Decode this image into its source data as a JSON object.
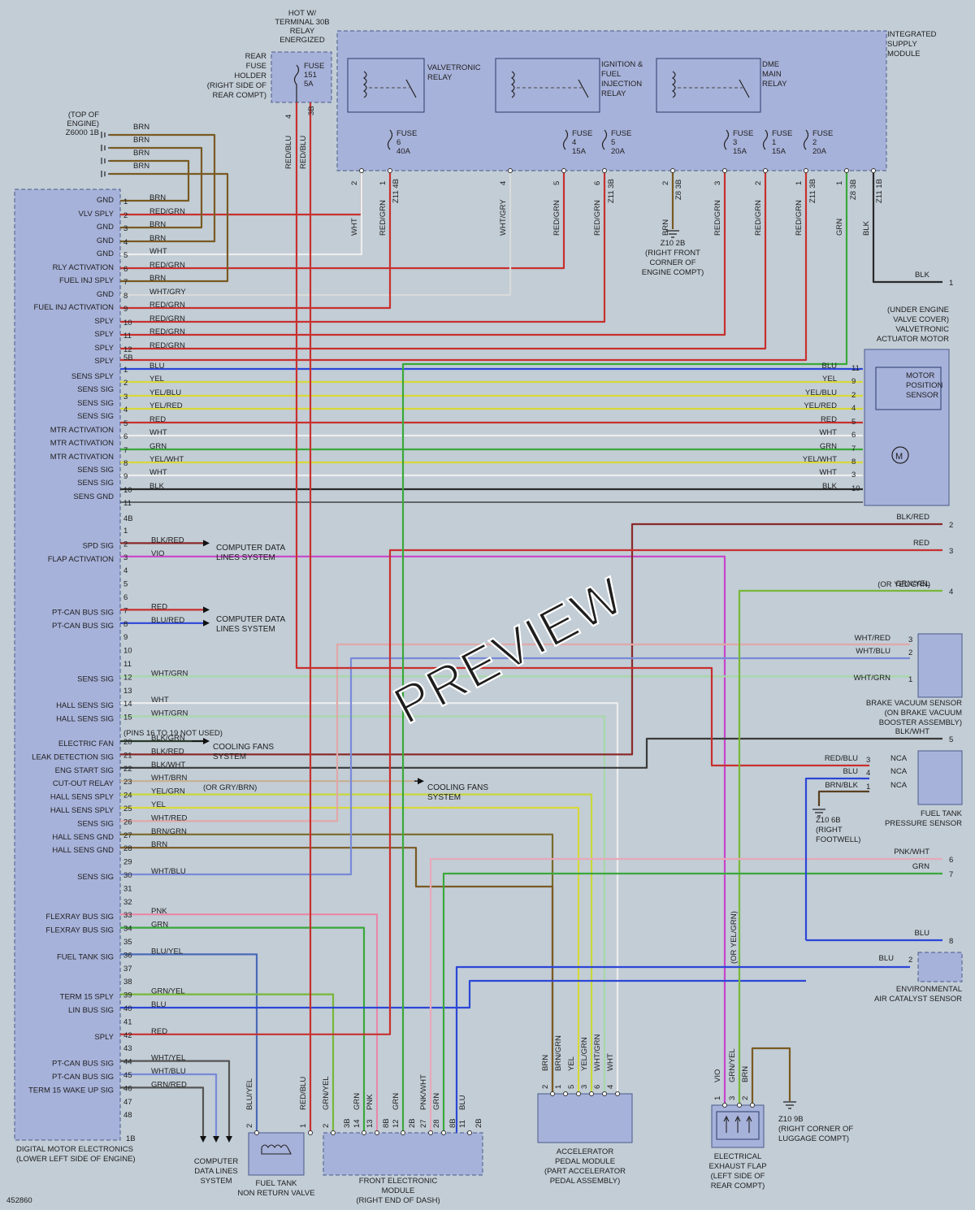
{
  "figure_id": "452860",
  "watermark": "PREVIEW",
  "colors": {
    "BRN": "#7a5a22",
    "RED": "#c8302e",
    "RED/GRN": "#c8302e",
    "RED/BLU": "#c8302e",
    "WHT": "#ededed",
    "WHT/GRY": "#dadada",
    "GRN": "#3aa83a",
    "BLU": "#2c46d6",
    "YEL": "#d8d83a",
    "YEL/BLU": "#d8d83a",
    "YEL/RED": "#d8d83a",
    "YEL/WHT": "#d8d83a",
    "BLK": "#2a2a2a",
    "BLK/RED": "#8a2a2a",
    "BLK/WHT": "#3a3a3a",
    "BLK/GRN": "#2a3a2a",
    "VIO": "#c844c8",
    "BLU/RED": "#2c46d6",
    "GRN/YEL": "#78b838",
    "WHT/RED": "#e0a8a8",
    "WHT/BLU": "#7a8ad8",
    "WHT/GRN": "#a8d8a8",
    "WHT/BRN": "#c8b090",
    "YEL/GRN": "#c8d83a",
    "BRN/GRN": "#7a6a28",
    "PNK": "#e888a8",
    "PNK/WHT": "#e8a8b8",
    "BLU/YEL": "#4a6ab8",
    "BRN/BLK": "#5a4020",
    "RED/BLU2": "#9a3a5a",
    "box": "#a7b2da",
    "boxEdge": "#4a5a8a"
  },
  "labels": {
    "hot_relay": [
      "HOT W/",
      "TERMINAL 30B",
      "RELAY",
      "ENERGIZED"
    ],
    "rear_fuse": [
      "REAR",
      "FUSE",
      "HOLDER",
      "(RIGHT SIDE OF",
      "REAR COMPT)"
    ],
    "fuse151": [
      "FUSE",
      "151",
      "5A"
    ],
    "ism": [
      "INTEGRATED",
      "SUPPLY",
      "MODULE"
    ],
    "valvetronic_relay": [
      "VALVETRONIC",
      "RELAY"
    ],
    "ign_relay": [
      "IGNITION &",
      "FUEL",
      "INJECTION",
      "RELAY"
    ],
    "dme_relay": [
      "DME",
      "MAIN",
      "RELAY"
    ],
    "fuses": [
      {
        "lines": [
          "FUSE",
          "6",
          "40A"
        ]
      },
      {
        "lines": [
          "FUSE",
          "4",
          "15A"
        ]
      },
      {
        "lines": [
          "FUSE",
          "5",
          "20A"
        ]
      },
      {
        "lines": [
          "FUSE",
          "3",
          "15A"
        ]
      },
      {
        "lines": [
          "FUSE",
          "1",
          "15A"
        ]
      },
      {
        "lines": [
          "FUSE",
          "2",
          "20A"
        ]
      }
    ],
    "top_engine": [
      "(TOP OF",
      "ENGINE)",
      "Z6000 1B"
    ],
    "z10_2b": [
      "Z10 2B",
      "(RIGHT FRONT",
      "CORNER OF",
      "ENGINE COMPT)"
    ],
    "under_engine": [
      "(UNDER ENGINE",
      "VALVE COVER)",
      "VALVETRONIC",
      "ACTUATOR MOTOR"
    ],
    "motor_pos": [
      "MOTOR",
      "POSITION",
      "SENSOR"
    ],
    "computer_data": [
      "COMPUTER DATA",
      "LINES SYSTEM"
    ],
    "cooling_fans": [
      "COOLING FANS",
      "SYSTEM"
    ],
    "brake_vac": [
      "BRAKE VACUUM SENSOR",
      "(ON BRAKE VACUUM",
      "BOOSTER ASSEMBLY)"
    ],
    "fuel_tank_press": [
      "FUEL TANK",
      "PRESSURE SENSOR"
    ],
    "z10_6b": [
      "Z10 6B",
      "(RIGHT",
      "FOOTWELL)"
    ],
    "env_sensor": [
      "ENVIRONMENTAL",
      "AIR CATALYST SENSOR"
    ],
    "dme_name": [
      "DIGITAL MOTOR ELECTRONICS",
      "(LOWER LEFT SIDE OF ENGINE)"
    ],
    "cdl_bottom": [
      "COMPUTER",
      "DATA LINES",
      "SYSTEM"
    ],
    "fuel_valve": [
      "FUEL TANK",
      "NON RETURN VALVE"
    ],
    "fem": [
      "FRONT ELECTRONIC",
      "MODULE",
      "(RIGHT END OF DASH)"
    ],
    "accel": [
      "ACCELERATOR",
      "PEDAL MODULE",
      "(PART ACCELERATOR",
      "PEDAL ASSEMBLY)"
    ],
    "exhaust_flap": [
      "ELECTRICAL",
      "EXHAUST FLAP",
      "(LEFT SIDE OF",
      "REAR COMPT)"
    ],
    "z10_9b": [
      "Z10 9B",
      "(RIGHT CORNER OF",
      "LUGGAGE COMPT)"
    ],
    "pins_16_19": "(PINS 16 TO 19 NOT USED)",
    "or_gry_brn": "(OR GRY/BRN)",
    "or_yel_grn": "(OR YEL/GRN)",
    "or_yel_grn_v": "(OR YEL/GRN)",
    "nca": "NCA",
    "conn_5b": "5B",
    "conn_4b": "4B",
    "conn_1b": "1B",
    "conn_z11_4b": "Z11 4B",
    "conn_z11_3b": "Z11 3B",
    "conn_z8_3b": "Z8 3B",
    "conn_z11_1b": "Z11 1B",
    "conn_3b": "3B",
    "conn_2b": "2B",
    "conn_8b": "8B"
  },
  "connector_1b_pins": [
    {
      "pin": "1",
      "func": "GND",
      "wire": "BRN"
    },
    {
      "pin": "2",
      "func": "VLV SPLY",
      "wire": "RED/GRN"
    },
    {
      "pin": "3",
      "func": "GND",
      "wire": "BRN"
    },
    {
      "pin": "4",
      "func": "GND",
      "wire": "BRN"
    },
    {
      "pin": "5",
      "func": "",
      "wire": "WHT"
    },
    {
      "pin": "6",
      "func": "RLY ACTIVATION",
      "wire": "RED/GRN"
    },
    {
      "pin": "7",
      "func": "FUEL INJ SPLY",
      "wire": "BRN"
    },
    {
      "pin": "8",
      "func": "GND",
      "wire": "WHT/GRY"
    },
    {
      "pin": "9",
      "func": "FUEL INJ ACTIVATION",
      "wire": "RED/GRN"
    },
    {
      "pin": "10",
      "func": "SPLY",
      "wire": "RED/GRN"
    },
    {
      "pin": "11",
      "func": "SPLY",
      "wire": "RED/GRN"
    },
    {
      "pin": "12",
      "func": "SPLY",
      "wire": "RED/GRN"
    }
  ],
  "extra_func_12": "SPLY",
  "connector_5b_pins": [
    {
      "pin": "1",
      "func": "SENS SPLY",
      "wire": "BLU",
      "rpin": "11"
    },
    {
      "pin": "2",
      "func": "SENS SIG",
      "wire": "YEL",
      "rpin": "9"
    },
    {
      "pin": "3",
      "func": "SENS SIG",
      "wire": "YEL/BLU",
      "rpin": "2"
    },
    {
      "pin": "4",
      "func": "SENS SIG",
      "wire": "YEL/RED",
      "rpin": "4"
    },
    {
      "pin": "5",
      "func": "MTR ACTIVATION",
      "wire": "RED",
      "rpin": "5"
    },
    {
      "pin": "6",
      "func": "MTR ACTIVATION",
      "wire": "WHT",
      "rpin": "6"
    },
    {
      "pin": "7",
      "func": "MTR ACTIVATION",
      "wire": "GRN",
      "rpin": "7"
    },
    {
      "pin": "8",
      "func": "SENS SIG",
      "wire": "YEL/WHT",
      "rpin": "8"
    },
    {
      "pin": "9",
      "func": "SENS SIG",
      "wire": "WHT",
      "rpin": "3"
    },
    {
      "pin": "10",
      "func": "SENS GND",
      "wire": "BLK",
      "rpin": "10"
    },
    {
      "pin": "11",
      "func": "",
      "wire": "",
      "rpin": ""
    }
  ],
  "connector_4b_pins": [
    {
      "pin": "1",
      "func": "",
      "wire": ""
    },
    {
      "pin": "2",
      "func": "SPD SIG",
      "wire": "BLK/RED"
    },
    {
      "pin": "3",
      "func": "FLAP ACTIVATION",
      "wire": "VIO"
    },
    {
      "pin": "4",
      "func": "",
      "wire": ""
    },
    {
      "pin": "5",
      "func": "",
      "wire": ""
    },
    {
      "pin": "6",
      "func": "",
      "wire": ""
    },
    {
      "pin": "7",
      "func": "PT-CAN BUS SIG",
      "wire": "RED"
    },
    {
      "pin": "8",
      "func": "PT-CAN BUS SIG",
      "wire": "BLU/RED"
    },
    {
      "pin": "9",
      "func": "",
      "wire": ""
    },
    {
      "pin": "10",
      "func": "",
      "wire": ""
    },
    {
      "pin": "11",
      "func": "",
      "wire": ""
    },
    {
      "pin": "12",
      "func": "SENS SIG",
      "wire": "WHT/GRN"
    },
    {
      "pin": "13",
      "func": "",
      "wire": ""
    },
    {
      "pin": "14",
      "func": "HALL SENS SIG",
      "wire": "WHT"
    },
    {
      "pin": "15",
      "func": "HALL SENS SIG",
      "wire": "WHT/GRN"
    },
    {
      "pin": "20",
      "func": "ELECTRIC FAN",
      "wire": "BLK/GRN"
    },
    {
      "pin": "21",
      "func": "LEAK DETECTION SIG",
      "wire": "BLK/RED"
    },
    {
      "pin": "22",
      "func": "ENG START SIG",
      "wire": "BLK/WHT"
    },
    {
      "pin": "23",
      "func": "CUT-OUT RELAY",
      "wire": "WHT/BRN"
    },
    {
      "pin": "24",
      "func": "HALL SENS SPLY",
      "wire": "YEL/GRN"
    },
    {
      "pin": "25",
      "func": "HALL SENS SPLY",
      "wire": "YEL"
    },
    {
      "pin": "26",
      "func": "SENS SIG",
      "wire": "WHT/RED"
    },
    {
      "pin": "27",
      "func": "HALL SENS GND",
      "wire": "BRN/GRN"
    },
    {
      "pin": "28",
      "func": "HALL SENS GND",
      "wire": "BRN"
    },
    {
      "pin": "29",
      "func": "",
      "wire": ""
    },
    {
      "pin": "30",
      "func": "SENS SIG",
      "wire": "WHT/BLU"
    },
    {
      "pin": "31",
      "func": "",
      "wire": ""
    },
    {
      "pin": "32",
      "func": "",
      "wire": ""
    },
    {
      "pin": "33",
      "func": "FLEXRAY BUS SIG",
      "wire": "PNK"
    },
    {
      "pin": "34",
      "func": "FLEXRAY BUS SIG",
      "wire": "GRN"
    },
    {
      "pin": "35",
      "func": "",
      "wire": ""
    },
    {
      "pin": "36",
      "func": "FUEL TANK SIG",
      "wire": "BLU/YEL"
    },
    {
      "pin": "37",
      "func": "",
      "wire": ""
    },
    {
      "pin": "38",
      "func": "",
      "wire": ""
    },
    {
      "pin": "39",
      "func": "TERM 15 SPLY",
      "wire": "GRN/YEL"
    },
    {
      "pin": "40",
      "func": "LIN BUS SIG",
      "wire": "BLU"
    },
    {
      "pin": "41",
      "func": "",
      "wire": ""
    },
    {
      "pin": "42",
      "func": "SPLY",
      "wire": "RED"
    },
    {
      "pin": "43",
      "func": "",
      "wire": ""
    },
    {
      "pin": "44",
      "func": "PT-CAN BUS SIG",
      "wire": "WHT/YEL"
    },
    {
      "pin": "45",
      "func": "PT-CAN BUS SIG",
      "wire": "WHT/BLU"
    },
    {
      "pin": "46",
      "func": "TERM 15 WAKE UP SIG",
      "wire": "GRN/RED"
    },
    {
      "pin": "47",
      "func": "",
      "wire": ""
    },
    {
      "pin": "48",
      "func": "",
      "wire": ""
    }
  ],
  "ism_pins": [
    {
      "pin": "2",
      "wire": "WHT"
    },
    {
      "pin": "1",
      "wire": "RED/GRN"
    },
    {
      "pin": "4",
      "wire": "WHT/GRY"
    },
    {
      "pin": "5",
      "wire": "RED/GRN"
    },
    {
      "pin": "6",
      "wire": "RED/GRN"
    },
    {
      "pin": "2",
      "wire": "BRN"
    },
    {
      "pin": "3",
      "wire": "RED/GRN"
    },
    {
      "pin": "2",
      "wire": "RED/GRN"
    },
    {
      "pin": "1",
      "wire": "RED/GRN"
    },
    {
      "pin": "1",
      "wire": "GRN"
    },
    {
      "pin": "",
      "wire": "BLK"
    }
  ],
  "fuse_holder_pins": [
    {
      "pin": "4",
      "wire": "RED/BLU"
    },
    {
      "pin": "3B",
      "wire": "RED/BLU"
    }
  ],
  "right_pins": [
    {
      "pin": "1",
      "wire": "BLK"
    },
    {
      "pin": "2",
      "wire": "BLK/RED"
    },
    {
      "pin": "3",
      "wire": "RED"
    },
    {
      "pin": "4",
      "wire": "GRN/YEL"
    },
    {
      "pin": "5",
      "wire": "BLK/WHT"
    },
    {
      "pin": "6",
      "wire": "PNK/WHT"
    },
    {
      "pin": "7",
      "wire": "GRN"
    },
    {
      "pin": "8",
      "wire": "BLU"
    }
  ],
  "brake_pins": [
    {
      "pin": "3",
      "wire": "WHT/RED"
    },
    {
      "pin": "2",
      "wire": "WHT/BLU"
    },
    {
      "pin": "1",
      "wire": "WHT/GRN"
    }
  ],
  "fuel_press_pins": [
    {
      "pin": "3",
      "wire": "RED/BLU"
    },
    {
      "pin": "4",
      "wire": "BLU"
    },
    {
      "pin": "1",
      "wire": "BRN/BLK"
    }
  ],
  "env_pin": {
    "pin": "2",
    "wire": "BLU"
  },
  "bottom_pins": [
    {
      "pin": "2",
      "wire": "BLU/YEL"
    },
    {
      "pin": "1",
      "wire": "RED/BLU"
    },
    {
      "pin": "2",
      "wire": "GRN/YEL"
    },
    {
      "pin": "14",
      "wire": "GRN"
    },
    {
      "pin": "13",
      "wire": "PNK"
    },
    {
      "pin": "12",
      "wire": "GRN"
    },
    {
      "pin": "27",
      "wire": "PNK/WHT"
    },
    {
      "pin": "28",
      "wire": "GRN"
    },
    {
      "pin": "11",
      "wire": "BLU"
    },
    {
      "pin": "2",
      "wire": "BRN"
    },
    {
      "pin": "1",
      "wire": "BRN/GRN"
    },
    {
      "pin": "5",
      "wire": "YEL"
    },
    {
      "pin": "3",
      "wire": "YEL/GRN"
    },
    {
      "pin": "6",
      "wire": "WHT/GRN"
    },
    {
      "pin": "4",
      "wire": "WHT"
    },
    {
      "pin": "1",
      "wire": "VIO"
    },
    {
      "pin": "3",
      "wire": "GRN/YEL"
    },
    {
      "pin": "2",
      "wire": "BRN"
    }
  ],
  "brn_wires_top": [
    "BRN",
    "BRN",
    "BRN",
    "BRN"
  ]
}
